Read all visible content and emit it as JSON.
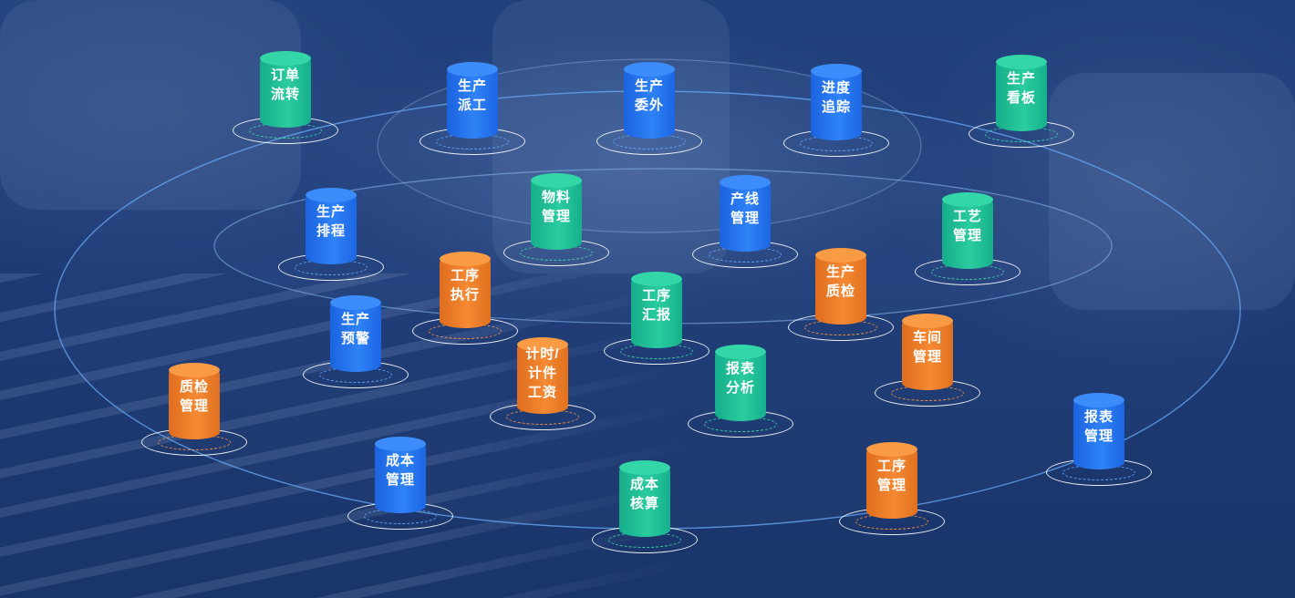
{
  "colors": {
    "blue": "#2f82f6",
    "green": "#2acc9f",
    "orange": "#f58a33",
    "ring": "#4f8fe6",
    "background": "#1e3b76"
  },
  "modules": [
    {
      "id": "order-flow",
      "color": "green",
      "label_line1": "订单",
      "label_line2": "流转"
    },
    {
      "id": "production-dispatch",
      "color": "blue",
      "label_line1": "生产",
      "label_line2": "派工"
    },
    {
      "id": "production-outsourcing",
      "color": "blue",
      "label_line1": "生产",
      "label_line2": "委外"
    },
    {
      "id": "progress-tracking",
      "color": "blue",
      "label_line1": "进度",
      "label_line2": "追踪"
    },
    {
      "id": "production-kanban",
      "color": "green",
      "label_line1": "生产",
      "label_line2": "看板"
    },
    {
      "id": "production-scheduling",
      "color": "blue",
      "label_line1": "生产",
      "label_line2": "排程"
    },
    {
      "id": "material-management",
      "color": "green",
      "label_line1": "物料",
      "label_line2": "管理"
    },
    {
      "id": "line-management",
      "color": "blue",
      "label_line1": "产线",
      "label_line2": "管理"
    },
    {
      "id": "craft-management",
      "color": "green",
      "label_line1": "工艺",
      "label_line2": "管理"
    },
    {
      "id": "process-execution",
      "color": "orange",
      "label_line1": "工序",
      "label_line2": "执行"
    },
    {
      "id": "process-report",
      "color": "green",
      "label_line1": "工序",
      "label_line2": "汇报"
    },
    {
      "id": "production-inspection",
      "color": "orange",
      "label_line1": "生产",
      "label_line2": "质检"
    },
    {
      "id": "production-warning",
      "color": "blue",
      "label_line1": "生产",
      "label_line2": "预警"
    },
    {
      "id": "workshop-management",
      "color": "orange",
      "label_line1": "车间",
      "label_line2": "管理"
    },
    {
      "id": "piece-wages",
      "color": "orange",
      "label_line1": "计时/",
      "label_line2": "计件",
      "label_line3": "工资"
    },
    {
      "id": "report-analysis",
      "color": "green",
      "label_line1": "报表",
      "label_line2": "分析"
    },
    {
      "id": "quality-management",
      "color": "orange",
      "label_line1": "质检",
      "label_line2": "管理"
    },
    {
      "id": "report-management",
      "color": "blue",
      "label_line1": "报表",
      "label_line2": "管理"
    },
    {
      "id": "cost-management",
      "color": "blue",
      "label_line1": "成本",
      "label_line2": "管理"
    },
    {
      "id": "cost-accounting",
      "color": "green",
      "label_line1": "成本",
      "label_line2": "核算"
    },
    {
      "id": "process-management",
      "color": "orange",
      "label_line1": "工序",
      "label_line2": "管理"
    }
  ]
}
